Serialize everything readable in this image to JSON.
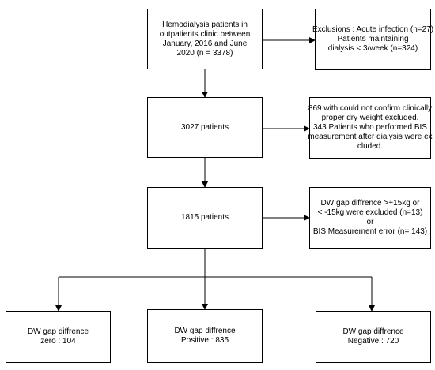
{
  "boxes": {
    "start": {
      "lines": [
        "Hemodialysis patients in",
        "outpatients clinic between",
        "January, 2016 and June",
        "2020 (n = 3378)"
      ]
    },
    "exclusion1": {
      "lines": [
        "Exclusions : Acute  infection (n=27)",
        "Patients maintaining",
        "dialysis < 3/week (n=324)"
      ]
    },
    "step2": {
      "lines": [
        "3027 patients"
      ]
    },
    "exclusion2": {
      "lines": [
        "869 with could not confirm clinically",
        "proper dry weight excluded.",
        "343 Patients who performed BIS",
        "measurement after dialysis were ex",
        "cluded."
      ]
    },
    "step3": {
      "lines": [
        "1815 patients"
      ]
    },
    "exclusion3": {
      "lines": [
        "DW gap diffrence >+15kg or",
        "< -15kg were excluded (n=13)",
        "or",
        "BIS Measurement error  (n= 143)"
      ]
    },
    "zero": {
      "lines": [
        "DW gap diffrence",
        "zero : 104"
      ]
    },
    "positive": {
      "lines": [
        "DW gap diffrence",
        "Positive : 835"
      ]
    },
    "negative": {
      "lines": [
        "DW gap diffrence",
        "Negative : 720"
      ]
    }
  }
}
